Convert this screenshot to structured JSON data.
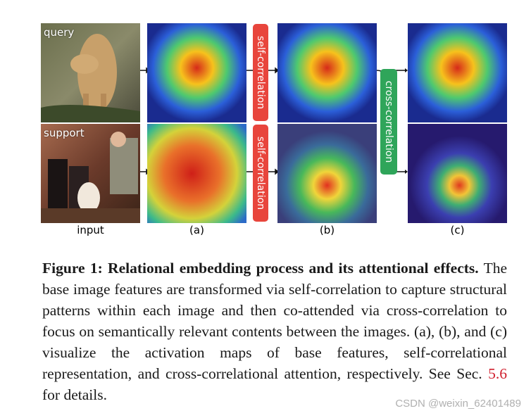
{
  "figure": {
    "query_label": "query",
    "support_label": "support",
    "col_labels": [
      "input",
      "(a)",
      "(b)",
      "(c)"
    ],
    "badge_self": "self-correlation",
    "badge_cross": "cross-correlation"
  },
  "caption": {
    "prefix": "Figure 1:",
    "bold": "Relational embedding process and its attentional effects.",
    "body": "The base image features are transformed via self-correlation to capture structural patterns within each image and then co-attended via cross-correlation to focus on semantically relevant contents between the images. (a), (b), and (c) visualize the activation maps of base features, self-correlational representation, and cross-correlational attention, respectively. See Sec.",
    "ref": "5.6",
    "suffix": "for details."
  },
  "watermark": "CSDN @weixin_62401489",
  "colors": {
    "red_badge": "#e8453c",
    "green_badge": "#2fa55a",
    "ref": "#d0202e"
  }
}
